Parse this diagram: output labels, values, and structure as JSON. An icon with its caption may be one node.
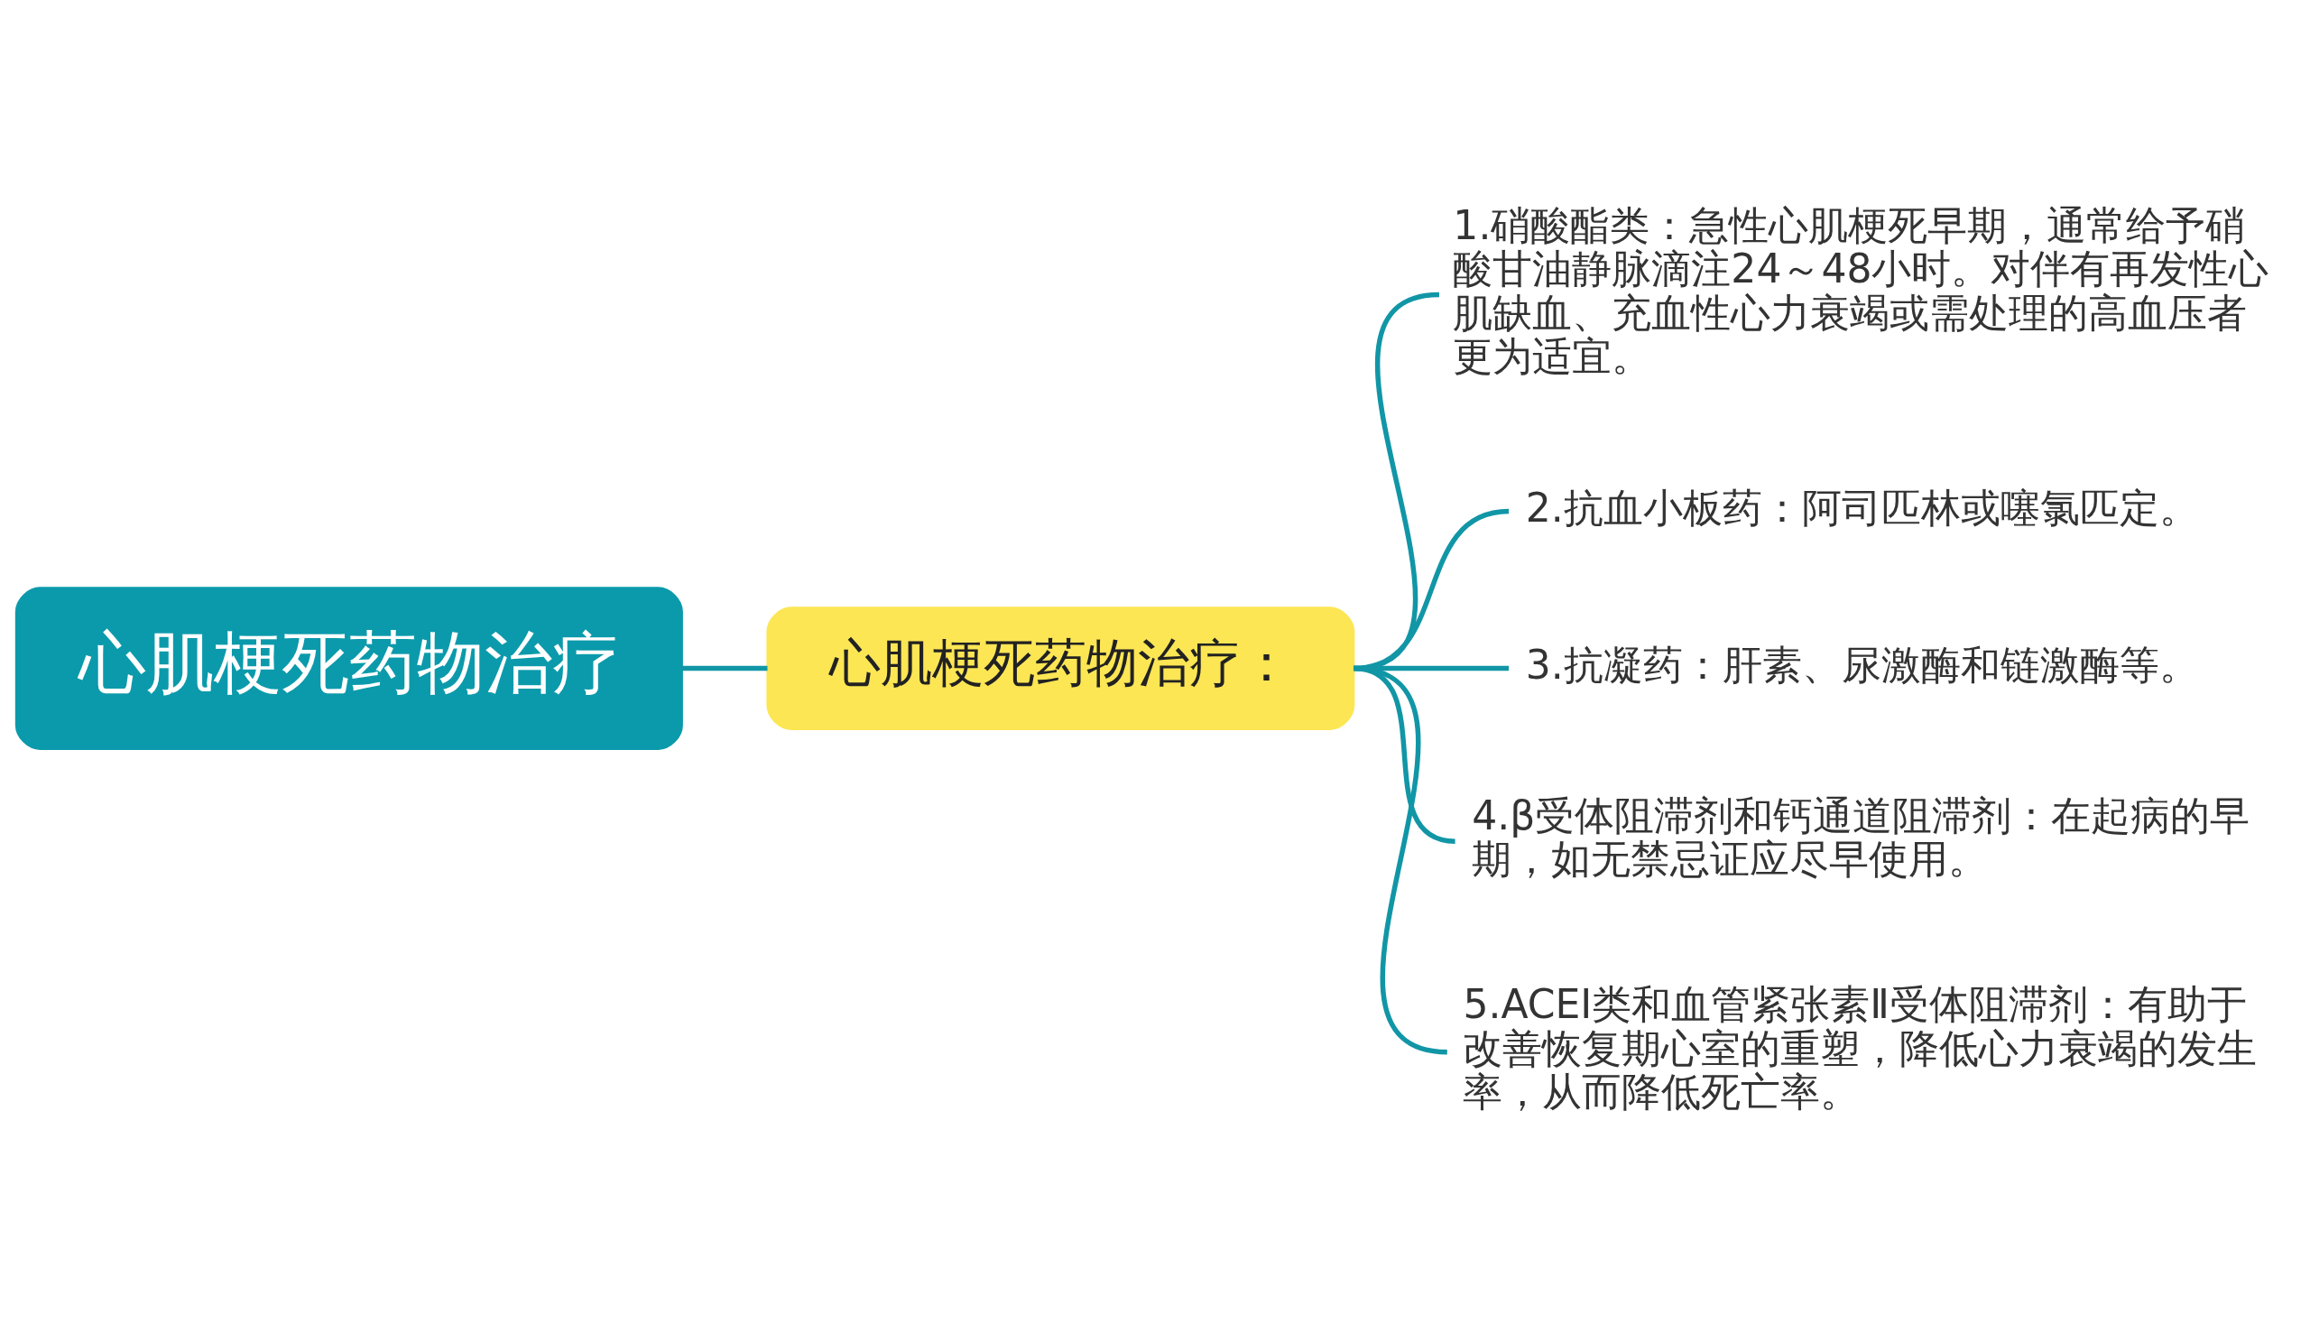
{
  "diagram": {
    "nodes": [
      {
        "text": [
          "心肌梗死药物治疗"
        ]
      },
      {
        "text": [
          "心肌梗死药物治疗："
        ]
      },
      {
        "text": [
          "1.硝酸酯类：急性心肌梗死早期，通常给予硝酸甘油静脉滴注24～48小时。对伴有再发性心肌缺血、充血性心力衰竭或需处理的高血压者更为适宜。"
        ]
      },
      {
        "text": [
          "2.抗血小板药：阿司匹林或噻氯匹定。"
        ]
      },
      {
        "text": [
          "3.抗凝药：肝素、尿激酶和链激酶等。"
        ]
      },
      {
        "text": [
          "4.β受体阻滞剂和钙通道阻滞剂：在起病的早期，如无禁忌证应尽早使用。"
        ]
      },
      {
        "text": [
          "5.ACEI类和血管紧张素Ⅱ受体阻滞剂：有助于改善恢复期心室的重塑，降低心力衰竭的发生率，从而降低死亡率。"
        ]
      }
    ],
    "edges": [
      {
        "from": 0,
        "to": 1,
        "arrow": "none"
      },
      {
        "from": 1,
        "to": 2,
        "arrow": "none"
      },
      {
        "from": 1,
        "to": 3,
        "arrow": "none"
      },
      {
        "from": 1,
        "to": 4,
        "arrow": "none"
      },
      {
        "from": 1,
        "to": 5,
        "arrow": "none"
      },
      {
        "from": 1,
        "to": 6,
        "arrow": "none"
      }
    ]
  }
}
